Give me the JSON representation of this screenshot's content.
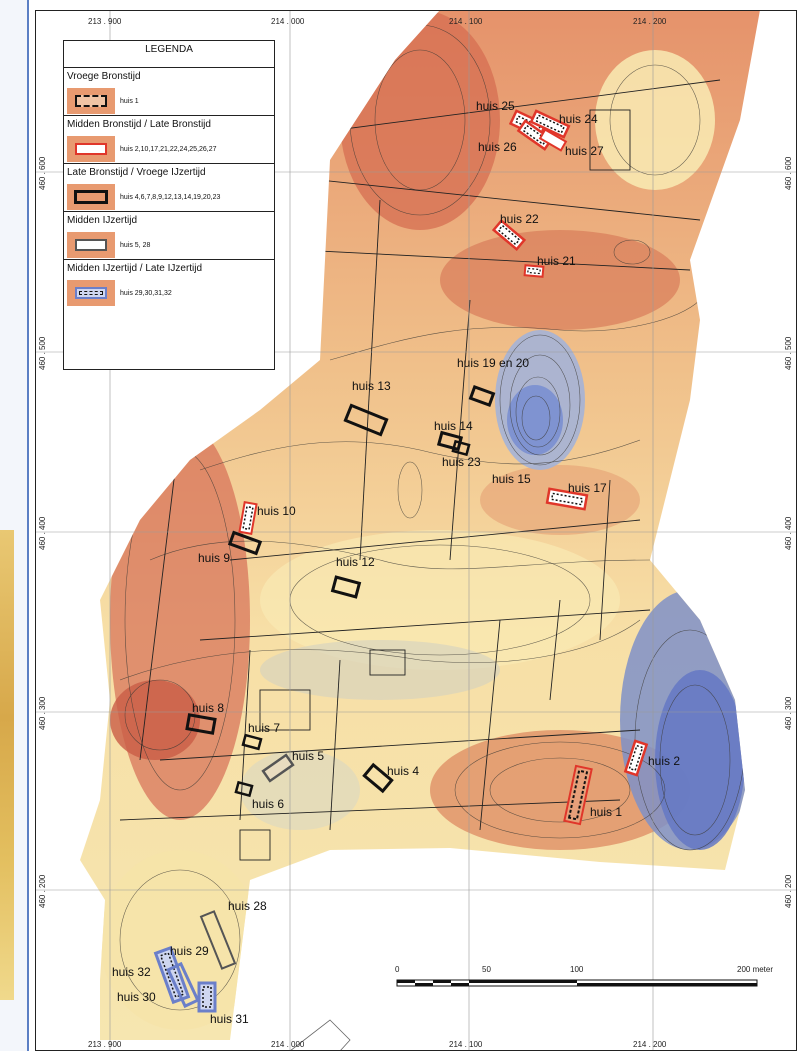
{
  "grid_ticks": {
    "top": [
      "213 . 900",
      "214 . 000",
      "214 . 100",
      "214 . 200"
    ],
    "bottom": [
      "213 . 900",
      "214 . 000",
      "214 . 100",
      "214 . 200"
    ],
    "left": [
      "460 . 600",
      "460 . 500",
      "460 . 400",
      "460 . 300",
      "460 . 200"
    ],
    "right": [
      "460 . 600",
      "460 . 500",
      "460 . 400",
      "460 . 300",
      "460 . 200"
    ]
  },
  "legend": {
    "title": "LEGENDA",
    "sections": [
      {
        "name": "Vroege Bronstijd",
        "desc": "huis 1",
        "style": "dotted-red"
      },
      {
        "name": "Midden Bronstijd / Late Bronstijd",
        "desc": "huis 2,10,17,21,22,24,25,26,27",
        "style": "red"
      },
      {
        "name": "Late Bronstijd / Vroege IJzertijd",
        "desc": "huis 4,6,7,8,9,12,13,14,19,20,23",
        "style": "black"
      },
      {
        "name": "Midden IJzertijd",
        "desc": "huis 5, 28",
        "style": "grey"
      },
      {
        "name": "Midden IJzertijd / Late IJzertijd",
        "desc": "huis 29,30,31,32",
        "style": "blue-dotted"
      }
    ]
  },
  "house_labels": {
    "h1": "huis 1",
    "h2": "huis 2",
    "h4": "huis 4",
    "h5": "huis 5",
    "h6": "huis 6",
    "h7": "huis 7",
    "h8": "huis 8",
    "h9": "huis 9",
    "h10": "huis 10",
    "h12": "huis 12",
    "h13": "huis 13",
    "h14": "huis 14",
    "h15": "huis 15",
    "h17": "huis 17",
    "h19": "huis 19 en 20",
    "h21": "huis 21",
    "h22": "huis 22",
    "h23": "huis 23",
    "h24": "huis 24",
    "h25": "huis 25",
    "h26": "huis 26",
    "h27": "huis 27",
    "h28": "huis 28",
    "h29": "huis 29",
    "h30": "huis 30",
    "h31": "huis 31",
    "h32": "huis 32"
  },
  "scale_bar": {
    "ticks": [
      "0",
      "50",
      "100",
      "200 meter"
    ]
  },
  "colors": {
    "high": "#d9765a",
    "mid": "#f3c98f",
    "low": "#fbf1b9",
    "depression": "#6f86c9",
    "red_house": "#e0362a",
    "blue_house": "#6b7fc9"
  }
}
